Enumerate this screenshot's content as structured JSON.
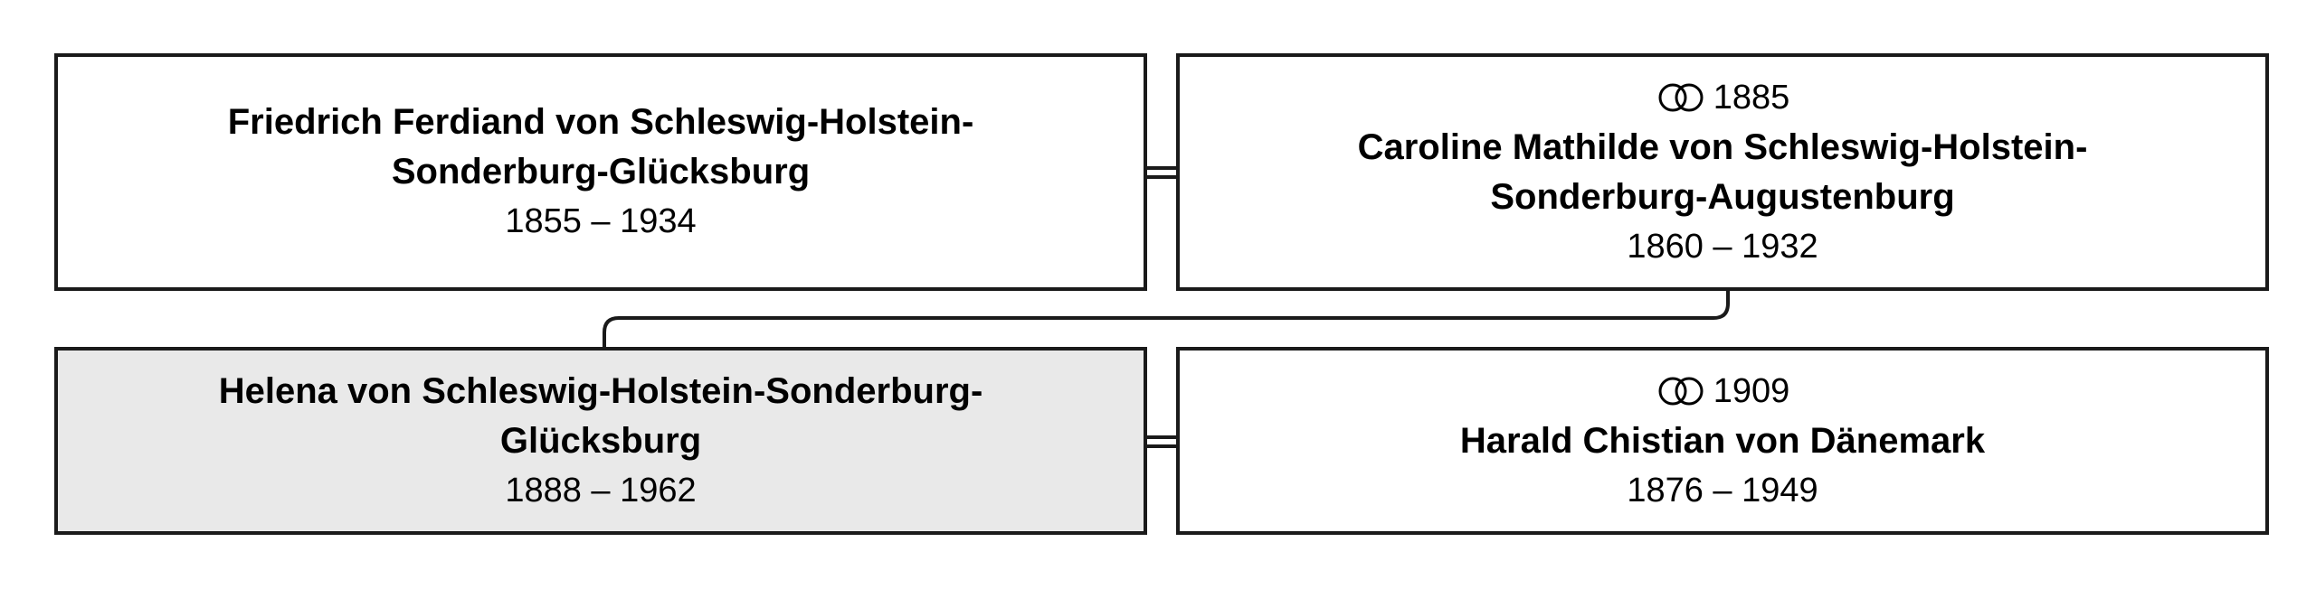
{
  "parents": {
    "father": {
      "name": "Friedrich Ferdiand von Schleswig-Holstein-Sonderburg-Glücksburg",
      "dates": "1855 – 1934"
    },
    "mother": {
      "marriage_year": "1885",
      "name": "Caroline Mathilde von Schleswig-Holstein-Sonderburg-Augustenburg",
      "dates": "1860 – 1932"
    }
  },
  "child_couple": {
    "person": {
      "name": "Helena von Schleswig-Holstein-Sonderburg-Glücksburg",
      "dates": "1888 – 1962"
    },
    "spouse": {
      "marriage_year": "1909",
      "name": "Harald Chistian von Dänemark",
      "dates": "1876 – 1949"
    }
  },
  "icons": {
    "marriage": "wedding-rings-icon"
  },
  "colors": {
    "border": "#1a1a1a",
    "highlight_fill": "#e9e9e9"
  }
}
